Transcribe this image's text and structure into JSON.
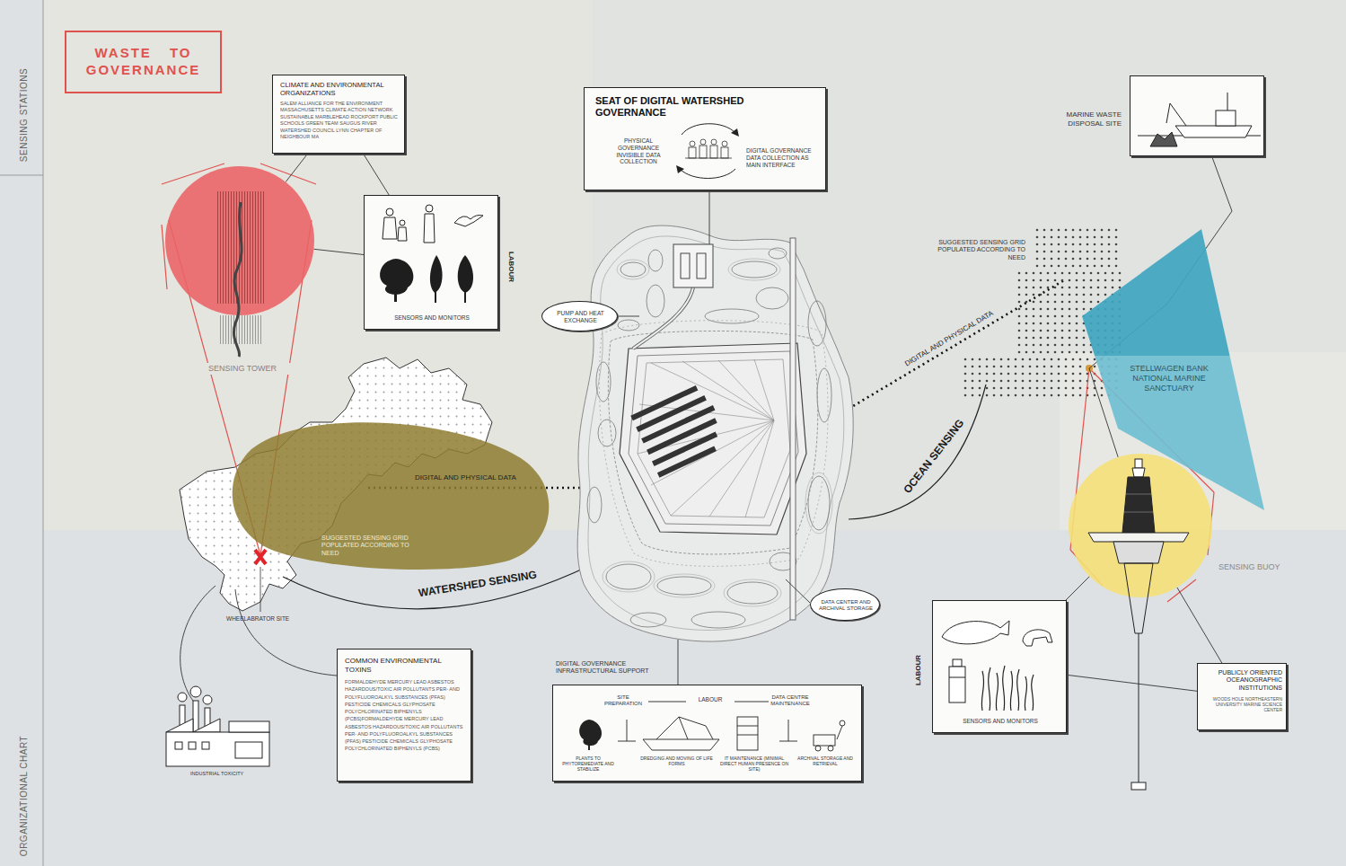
{
  "diagram": {
    "title": "WASTE TO GOVERNANCE",
    "nodes": [
      {
        "text": [
          "CLIMATE AND ENVIRONMENTAL ORGANIZATIONS",
          "SALEM ALLIANCE FOR THE ENVIRONMENT MASSACHUSETTS CLIMATE ACTION NETWORK SUSTAINABLE MARBLEHEAD ROCKPORT PUBLIC SCHOOLS GREEN TEAM SAUGUS RIVER WATERSHED COUNCIL LYNN CHAPTER OF NEIGHBOUR MA"
        ]
      },
      {
        "text": [
          "SENSING TOWER"
        ]
      },
      {
        "text": [
          "LABOUR",
          "SENSORS AND MONITORS"
        ]
      },
      {
        "text": [
          "SEAT OF DIGITAL WATERSHED GOVERNANCE",
          "PHYSICAL GOVERNANCE INVISIBLE DATA COLLECTION",
          "DIGITAL GOVERNANCE DATA COLLECTION AS MAIN INTERFACE"
        ]
      },
      {
        "text": [
          "PUMP AND HEAT EXCHANGE"
        ]
      },
      {
        "text": [
          "MARINE WASTE DISPOSAL SITE"
        ]
      },
      {
        "text": [
          "SUGGESTED SENSING GRID POPULATED ACCORDING TO NEED"
        ]
      },
      {
        "text": [
          "DATA CENTER AND ARCHIVAL STORAGE"
        ]
      },
      {
        "text": [
          "STELLWAGEN BANK NATIONAL MARINE SANCTUARY"
        ]
      },
      {
        "text": [
          "SENSING BUOY"
        ]
      },
      {
        "text": [
          "COMMON ENVIRONMENTAL TOXINS",
          "FORMALDEHYDE MERCURY LEAD ASBESTOS HAZARDOUS/TOXIC AIR POLLUTANTS PER- AND POLYFLUOROALKYL SUBSTANCES (PFAS) PESTICIDE CHEMICALS GLYPHOSATE POLYCHLORINATED BIPHENYLS (PCBS)FORMALDEHYDE MERCURY LEAD ASBESTOS HAZARDOUS/TOXIC AIR POLLUTANTS PER- AND POLYFLUOROALKYL SUBSTANCES (PFAS) PESTICIDE CHEMICALS GLYPHOSATE POLYCHLORINATED BIPHENYLS (PCBS)"
        ]
      },
      {
        "text": [
          "DIGITAL GOVERNANCE INFRASTRUCTURAL SUPPORT",
          "SITE PREPARATION",
          "LABOUR",
          "DATA CENTRE MAINTENANCE",
          "PLANTS TO PHYTOREMEDIATE AND STABILIZE",
          "DREDGING AND MOVING OF LIFE FORMS",
          "IT MAINTENANCE (MINIMAL DIRECT HUMAN PRESENCE ON SITE)",
          "ARCHIVAL STORAGE AND RETRIEVAL"
        ]
      },
      {
        "text": [
          "LABOUR",
          "SENSORS AND MONITORS"
        ]
      },
      {
        "text": [
          "PUBLICLY ORIENTED OCEANOGRAPHIC INSTITUTIONS",
          "WOODS HOLE NORTHEASTERN UNIVERSITY MARINE SCIENCE CENTER"
        ]
      }
    ],
    "edges": [
      {
        "from": 0,
        "to": 1,
        "arrow": "none"
      },
      {
        "from": 0,
        "to": 2,
        "arrow": "none"
      },
      {
        "from": 2,
        "to": 1,
        "arrow": "none"
      },
      {
        "from": 5,
        "to": 9,
        "arrow": "none"
      },
      {
        "from": 9,
        "to": 12,
        "arrow": "none"
      },
      {
        "from": 9,
        "to": 13,
        "arrow": "none"
      },
      {
        "from": 12,
        "to": 13,
        "arrow": "none"
      }
    ],
    "labels": [
      "SENSING STATIONS",
      "ORGANIZATIONAL CHART",
      "DIGITAL AND PHYSICAL DATA",
      "WATERSHED SENSING",
      "WHEELABRATOR SITE",
      "INDUSTRIAL TOXICITY",
      "DIGITAL AND PHYSICAL DATA",
      "OCEAN SENSING",
      "SUGGESTED SENSING GRID POPULATED ACCORDING TO NEED"
    ]
  }
}
